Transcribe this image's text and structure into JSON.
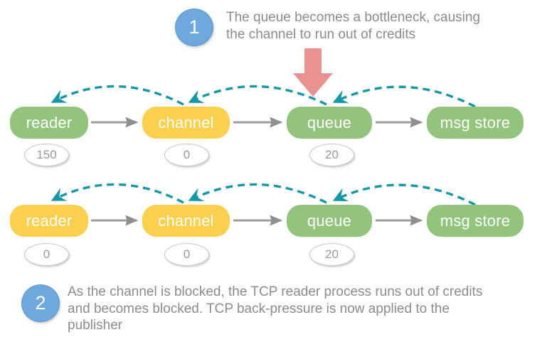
{
  "colors": {
    "node_green": "#93c47d",
    "node_yellow": "#fbd04e",
    "credit_arrow_teal": "#1697a6",
    "connector_gray": "#9d9d9d",
    "bottleneck_arrow_red": "#e99292",
    "step_badge_blue": "#6fa8dc",
    "note_text_gray": "#8c8c8c",
    "credit_count_gray": "#9a9a9a"
  },
  "steps": [
    {
      "number": "1",
      "lines": [
        "The queue becomes a bottleneck, causing",
        "the channel to run out of credits"
      ]
    },
    {
      "number": "2",
      "lines": [
        "As the channel is blocked, the TCP reader process runs out of credits",
        "and becomes blocked. TCP back-pressure is now applied to the",
        "publisher"
      ]
    }
  ],
  "rows": [
    {
      "nodes": [
        {
          "label": "reader",
          "credits": "150"
        },
        {
          "label": "channel",
          "credits": "0"
        },
        {
          "label": "queue",
          "credits": "20"
        },
        {
          "label": "msg store"
        }
      ]
    },
    {
      "nodes": [
        {
          "label": "reader",
          "credits": "0"
        },
        {
          "label": "channel",
          "credits": "0"
        },
        {
          "label": "queue",
          "credits": "20"
        },
        {
          "label": "msg store"
        }
      ]
    }
  ]
}
